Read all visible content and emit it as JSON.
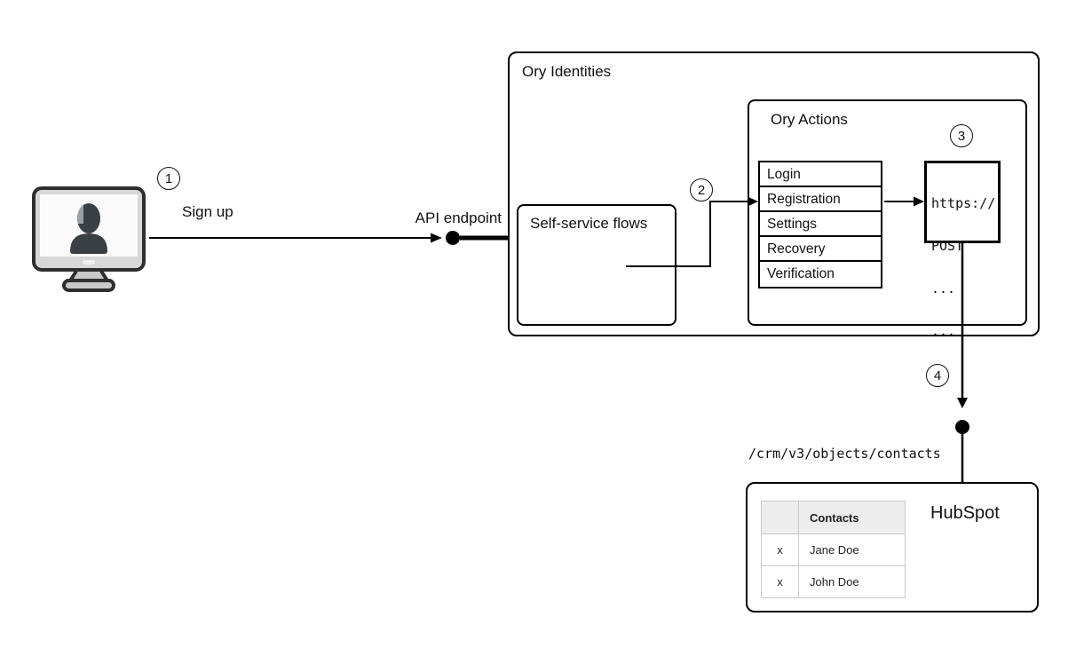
{
  "steps": [
    "1",
    "2",
    "3",
    "4"
  ],
  "labels": {
    "sign_up": "Sign up",
    "api_endpoint": "API endpoint",
    "crm_path": "/crm/v3/objects/contacts"
  },
  "ory_identities": {
    "title": "Ory Identities",
    "self_service_flows": {
      "title": "Self-service flows"
    },
    "ory_actions": {
      "title": "Ory Actions",
      "flows": [
        "Login",
        "Registration",
        "Settings",
        "Recovery",
        "Verification"
      ],
      "webhook_request": [
        "https://",
        "POST",
        "...",
        "..."
      ]
    }
  },
  "hubspot": {
    "title": "HubSpot",
    "contacts_table": {
      "header": "Contacts",
      "rows": [
        {
          "mark": "x",
          "name": "Jane Doe"
        },
        {
          "mark": "x",
          "name": "John Doe"
        }
      ]
    }
  },
  "icons": {
    "user_terminal": "monitor-user-icon",
    "api_endpoint_node": "filled-dot",
    "webhook_endpoint_node": "filled-dot"
  },
  "colors": {
    "stroke": "#000000",
    "text": "#111111",
    "monitor_frame": "#d8d8d8",
    "monitor_screen": "#fbfbfb",
    "monitor_stand": "#c9c9c9",
    "silhouette": "#3a3f44",
    "silhouette_highlight": "#9aa0a6",
    "table_header_bg": "#ededed",
    "table_border": "#c9c9c9",
    "background": "#ffffff"
  }
}
